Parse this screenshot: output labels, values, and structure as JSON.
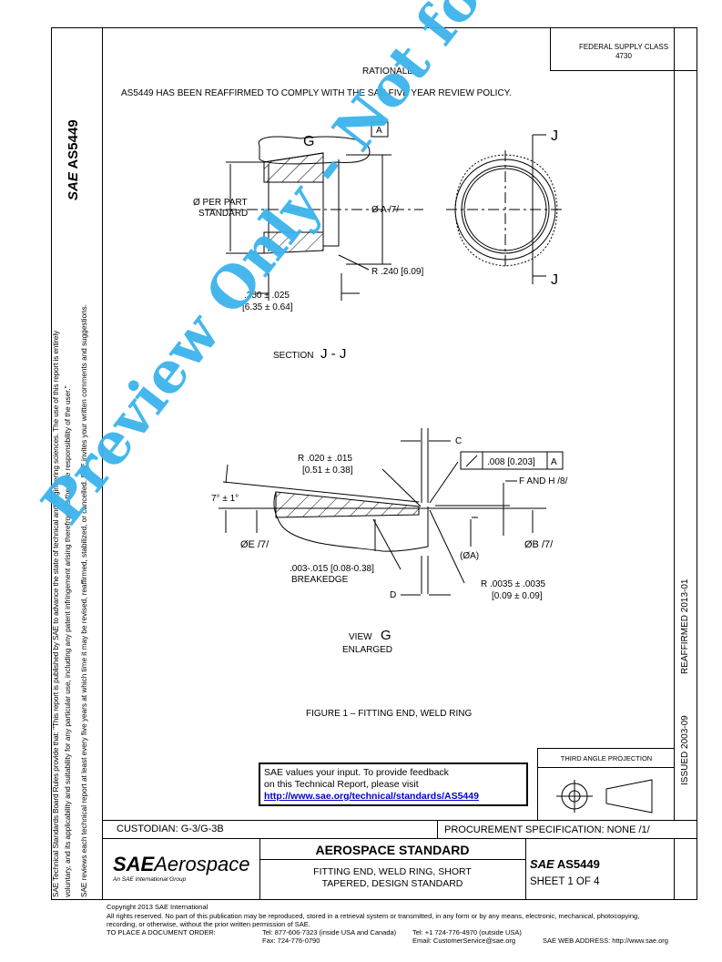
{
  "header": {
    "federal_supply_class": "FEDERAL SUPPLY CLASS",
    "fsc_number": "4730",
    "rationale_title": "RATIONALE",
    "rationale_text": "AS5449 HAS BEEN REAFFIRMED TO COMPLY WITH THE SAE FIVE YEAR REVIEW POLICY."
  },
  "side": {
    "logo": "SAE",
    "doc_number": "AS5449",
    "notice1": "SAE Technical Standards Board Rules provide that: \"This report is published by SAE to advance the state of technical and engineering sciences. The use of this report is entirely",
    "notice2": "voluntary, and its applicability and suitability for any particular use, including any patent infringement arising therefrom, is the sole responsibility of the user.\"",
    "notice3": "SAE reviews each technical report at least every five years at which time it may be revised, reaffirmed, stabilized, or cancelled. SAE invites your written comments and suggestions.",
    "issued": "ISSUED 2003-09",
    "reaffirmed": "REAFFIRMED 2013-01"
  },
  "section": {
    "g": "G",
    "datum_a": "A",
    "j_top": "J",
    "j_bottom": "J",
    "per_part": "Ø PER PART",
    "standard": "STANDARD",
    "dia_a": "Ø A /7/",
    "radius": "R .240 [6.09]",
    "dim1": ".250 ± .025",
    "dim1_mm": "[6.35 ± 0.64]",
    "label": "SECTION",
    "label_jj": "J - J"
  },
  "view": {
    "c": "C",
    "d": "D",
    "r1": "R .020 ± .015",
    "r1_mm": "[0.51 ± 0.38]",
    "tol_value": ".008 [0.203]",
    "tol_datum": "A",
    "f_h": "F AND H /8/",
    "angle": "7° ± 1°",
    "dia_e": "ØE /7/",
    "dia_a": "(ØA)",
    "dia_b": "ØB /7/",
    "breakedge1": ".003-.015 [0.08-0.38]",
    "breakedge2": "BREAKEDGE",
    "r2": "R .0035 ± .0035",
    "r2_mm": "[0.09 ± 0.09]",
    "label": "VIEW",
    "label_g": "G",
    "enlarged": "ENLARGED"
  },
  "figure_caption": "FIGURE 1 – FITTING END, WELD RING",
  "feedback": {
    "line1": "SAE values your input. To provide feedback",
    "line2": "on this Technical Report, please visit",
    "link": "http://www.sae.org/technical/standards/AS5449"
  },
  "projection": {
    "title": "THIRD ANGLE PROJECTION"
  },
  "title_block": {
    "custodian": "CUSTODIAN: G-3/G-3B",
    "procurement": "PROCUREMENT SPECIFICATION: NONE /1/",
    "logo_sae": "SAE",
    "logo_aerospace": "Aerospace",
    "logo_sub": "An SAE International Group",
    "standard_type": "AEROSPACE STANDARD",
    "title1": "FITTING END, WELD RING, SHORT",
    "title2": "TAPERED, DESIGN STANDARD",
    "doc_logo": "SAE",
    "doc_number": "AS5449",
    "sheet": "SHEET 1 OF 4"
  },
  "footer": {
    "copyright": "Copyright 2013 SAE International",
    "rights1": "All rights reserved. No part of this publication may be reproduced, stored in a retrieval system or transmitted, in any form or by any means, electronic, mechanical, photocopying,",
    "rights2": "recording, or otherwise, without the prior written permission of SAE.",
    "order_label": "TO PLACE A DOCUMENT ORDER:",
    "tel_us": "Tel: 877-606-7323 (inside USA and Canada)",
    "fax": "Fax: 724-776-0790",
    "tel_intl": "Tel: +1 724-776-4970 (outside USA)",
    "email": "Email: CustomerService@sae.org",
    "web": "SAE WEB ADDRESS: http://www.sae.org"
  },
  "watermark": "Preview Only - Not for Distribution",
  "colors": {
    "watermark": "#3cb4ec",
    "link": "#0000cc"
  }
}
